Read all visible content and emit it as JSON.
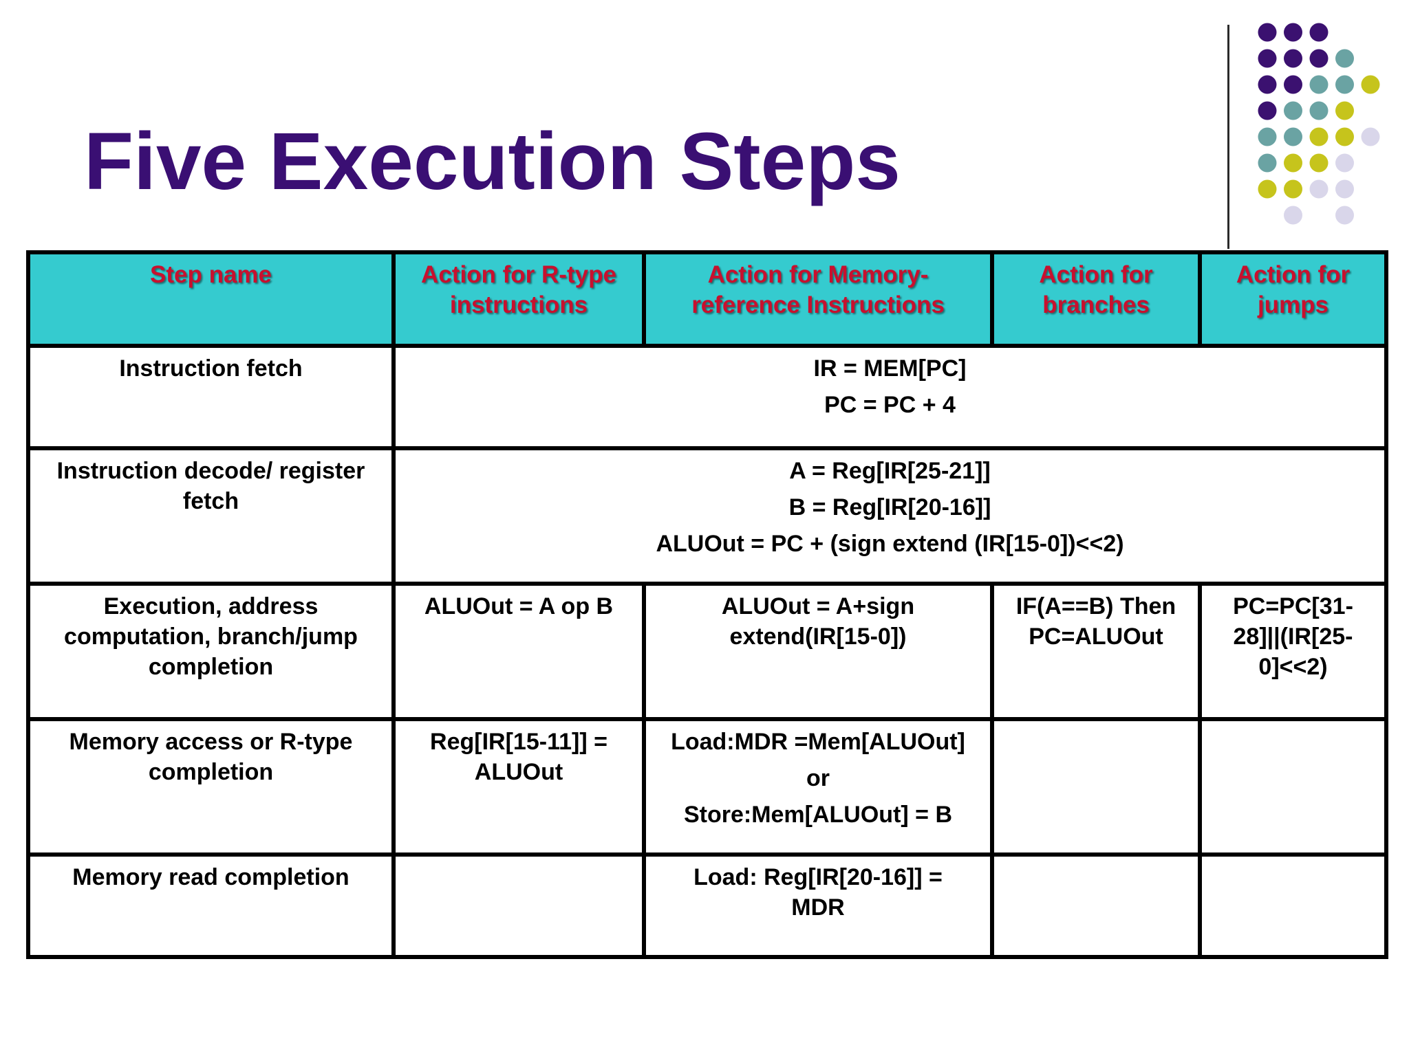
{
  "title": "Five Execution Steps",
  "colors": {
    "title": "#3a0f73",
    "header_bg": "#35cbcf",
    "header_text": "#c8102e",
    "dot_purple": "#3b1170",
    "dot_teal": "#6aa3a3",
    "dot_yellow": "#c6c41c",
    "dot_lavender": "#d9d6ea"
  },
  "decoration": {
    "dot_grid": [
      [
        "purple",
        "purple",
        "purple",
        null,
        null
      ],
      [
        "purple",
        "purple",
        "purple",
        "teal",
        null
      ],
      [
        "purple",
        "purple",
        "teal",
        "teal",
        "yellow"
      ],
      [
        "purple",
        "teal",
        "teal",
        "yellow",
        null
      ],
      [
        "teal",
        "teal",
        "yellow",
        "yellow",
        "lavender"
      ],
      [
        "teal",
        "yellow",
        "yellow",
        "lavender",
        null
      ],
      [
        "yellow",
        "yellow",
        "lavender",
        "lavender",
        null
      ],
      [
        null,
        "lavender",
        null,
        "lavender",
        null
      ]
    ]
  },
  "table": {
    "headers": [
      [
        "Step name"
      ],
      [
        "Action for R-type",
        "instructions"
      ],
      [
        "Action for Memory-",
        "reference Instructions"
      ],
      [
        "Action for",
        "branches"
      ],
      [
        "Action for",
        "jumps"
      ]
    ],
    "fetch": {
      "step": "Instruction fetch",
      "action": [
        "IR = MEM[PC]",
        "PC = PC + 4"
      ]
    },
    "decode": {
      "step": [
        "Instruction decode/ register",
        "fetch"
      ],
      "action": [
        "A = Reg[IR[25-21]]",
        "B = Reg[IR[20-16]]",
        "ALUOut =  PC + (sign extend (IR[15-0])<<2)"
      ]
    },
    "execute": {
      "step": [
        "Execution, address",
        "computation, branch/jump",
        "completion"
      ],
      "rtype": [
        "ALUOut = A op B"
      ],
      "memory": [
        "ALUOut = A+sign",
        "extend(IR[15-0])"
      ],
      "branch": [
        "IF(A==B) Then",
        "PC=ALUOut"
      ],
      "jump": [
        "PC=PC[31-",
        "28]||(IR[25-",
        "0]<<2)"
      ]
    },
    "memory_access": {
      "step": [
        "Memory access or R-type",
        "completion"
      ],
      "rtype": [
        "Reg[IR[15-11]] =",
        "ALUOut"
      ],
      "memory": [
        "Load:MDR =Mem[ALUOut]",
        "or",
        "Store:Mem[ALUOut] = B"
      ],
      "branch": [],
      "jump": []
    },
    "memory_read": {
      "step": [
        "Memory read completion"
      ],
      "rtype": [],
      "memory": [
        "Load: Reg[IR[20-16]] =",
        "MDR"
      ],
      "branch": [],
      "jump": []
    }
  }
}
